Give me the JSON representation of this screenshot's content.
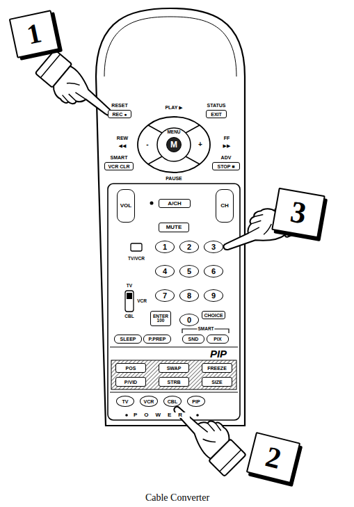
{
  "diagram": {
    "caption": "Cable Converter",
    "nodes": [
      {
        "text": [
          "1"
        ]
      },
      {
        "text": [
          "REC ●"
        ]
      },
      {
        "text": [
          "EXIT"
        ]
      },
      {
        "text": [
          "M"
        ]
      },
      {
        "text": [
          "VCR CLR"
        ]
      },
      {
        "text": [
          "STOP ■"
        ]
      },
      {
        "text": [
          "VOL"
        ]
      },
      {
        "text": [
          "A/CH"
        ]
      },
      {
        "text": [
          "CH"
        ]
      },
      {
        "text": [
          "3"
        ]
      },
      {
        "text": [
          "MUTE"
        ]
      },
      {
        "text": [
          "1"
        ]
      },
      {
        "text": [
          "2"
        ]
      },
      {
        "text": [
          "3"
        ]
      },
      {
        "text": [
          "4"
        ]
      },
      {
        "text": [
          "5"
        ]
      },
      {
        "text": [
          "6"
        ]
      },
      {
        "text": [
          "7"
        ]
      },
      {
        "text": [
          "8"
        ]
      },
      {
        "text": [
          "9"
        ]
      },
      {
        "text": [
          "ENTER",
          "100"
        ]
      },
      {
        "text": [
          "0"
        ]
      },
      {
        "text": [
          "CHOICE"
        ]
      },
      {
        "text": [
          "SLEEP"
        ]
      },
      {
        "text": [
          "P.PREP"
        ]
      },
      {
        "text": [
          "SND"
        ]
      },
      {
        "text": [
          "PIX"
        ]
      },
      {
        "text": [
          "POS"
        ]
      },
      {
        "text": [
          "SWAP"
        ]
      },
      {
        "text": [
          "FREEZE"
        ]
      },
      {
        "text": [
          "P/VID"
        ]
      },
      {
        "text": [
          "STRB"
        ]
      },
      {
        "text": [
          "SIZE"
        ]
      },
      {
        "text": [
          "TV"
        ]
      },
      {
        "text": [
          "VCR"
        ]
      },
      {
        "text": [
          "CBL"
        ]
      },
      {
        "text": [
          "PIP"
        ]
      },
      {
        "text": [
          "2"
        ]
      }
    ],
    "labels": [
      "RESET",
      "PLAY ▶",
      "STATUS",
      "MENU",
      "REW",
      "◀◀",
      "FF",
      "▶▶",
      "-",
      "+",
      "SMART",
      "ADV",
      "PAUSE",
      "TV/VCR",
      "TV",
      "VCR",
      "CBL",
      "SMART",
      "PIP",
      "POWER"
    ]
  }
}
